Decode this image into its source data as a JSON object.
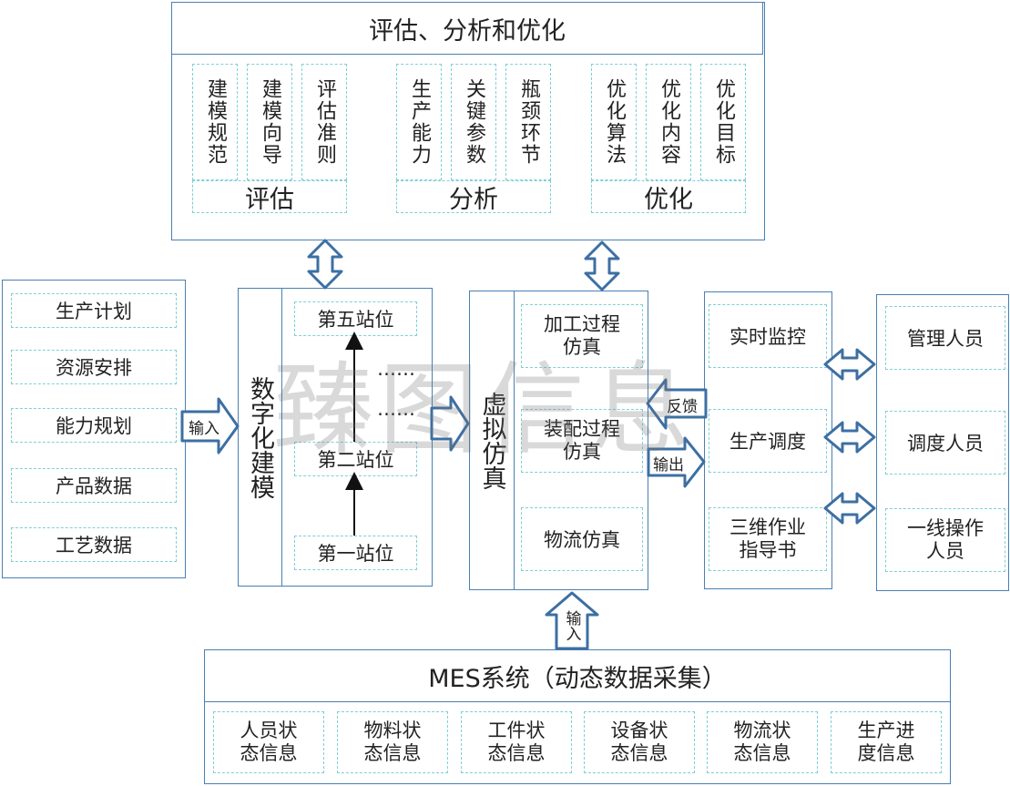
{
  "top": {
    "title": "评估、分析和优化",
    "groups": [
      {
        "label": "评估",
        "cols": [
          "建模规范",
          "建模向导",
          "评估准则"
        ]
      },
      {
        "label": "分析",
        "cols": [
          "生产能力",
          "关键参数",
          "瓶颈环节"
        ]
      },
      {
        "label": "优化",
        "cols": [
          "优化算法",
          "优化内容",
          "优化目标"
        ]
      }
    ]
  },
  "left": {
    "items": [
      "生产计划",
      "资源安排",
      "能力规划",
      "产品数据",
      "工艺数据"
    ]
  },
  "modeling": {
    "title": "数字化建模",
    "stations": [
      "第五站位",
      "第二站位",
      "第一站位"
    ],
    "dots1": "……",
    "dots2": "……"
  },
  "simulation": {
    "title": "虚拟仿真",
    "items": [
      "加工过程\n仿真",
      "装配过程\n仿真",
      "物流仿真"
    ]
  },
  "output": {
    "items": [
      "实时监控",
      "生产调度",
      "三维作业\n指导书"
    ]
  },
  "people": {
    "items": [
      "管理人员",
      "调度人员",
      "一线操作\n人员"
    ]
  },
  "mes": {
    "title": "MES系统（动态数据采集）",
    "items": [
      "人员状\n态信息",
      "物料状\n态信息",
      "工件状\n态信息",
      "设备状\n态信息",
      "物流状\n态信息",
      "生产进\n度信息"
    ]
  },
  "arrows": {
    "input_left": "输入",
    "feedback": "反馈",
    "output": "输出",
    "input_bottom": "输入"
  },
  "watermark": "臻图信息",
  "colors": {
    "border": "#4a7fb3",
    "dashed": "#7fcfd6",
    "arrow": "#3d6fa3"
  }
}
